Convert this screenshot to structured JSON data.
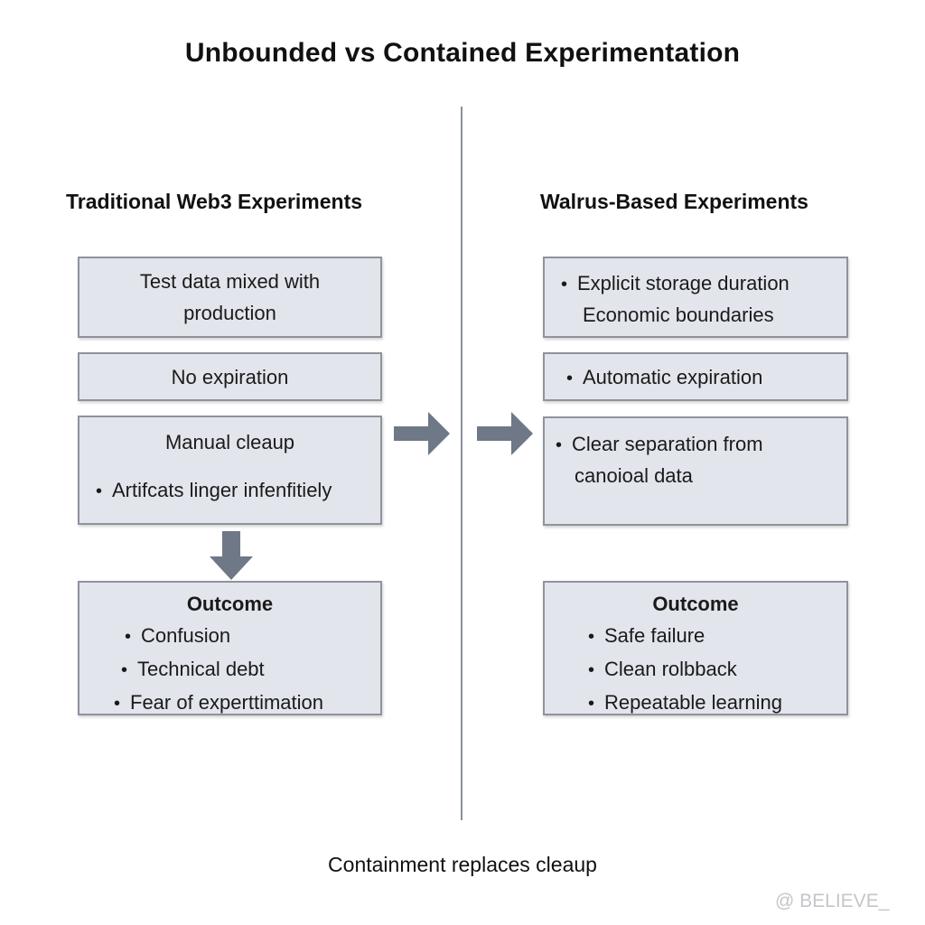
{
  "title": "Unbounded vs Contained Experimentation",
  "left": {
    "heading": "Traditional Web3 Experiments",
    "box1": [
      "Test data mixed with",
      "production"
    ],
    "box2": "No expiration",
    "box3_title": "Manual cleaup",
    "box3_bullet": "Artifcats linger infenfitiely",
    "outcome": {
      "title": "Outcome",
      "items": [
        "Confusion",
        "Technical debt",
        "Fear of experttimation"
      ]
    }
  },
  "right": {
    "heading": "Walrus-Based Experiments",
    "box1_bullet": "Explicit storage duration",
    "box1_cont": "Economic boundaries",
    "box2_bullet": "Automatic expiration",
    "box3_bullet": "Clear separation from",
    "box3_cont": "canoioal data",
    "outcome": {
      "title": "Outcome",
      "items": [
        "Safe failure",
        "Clean rolbback",
        "Repeatable learning"
      ]
    }
  },
  "footer": "Containment replaces cleaup",
  "watermark": "@ BELIEVE_",
  "colors": {
    "box_fill": "#e3e5ec",
    "box_border": "#8e939c",
    "arrow": "#6e7887",
    "divider": "#8a9099"
  },
  "icons": [
    "arrow-right-icon",
    "arrow-down-icon"
  ]
}
